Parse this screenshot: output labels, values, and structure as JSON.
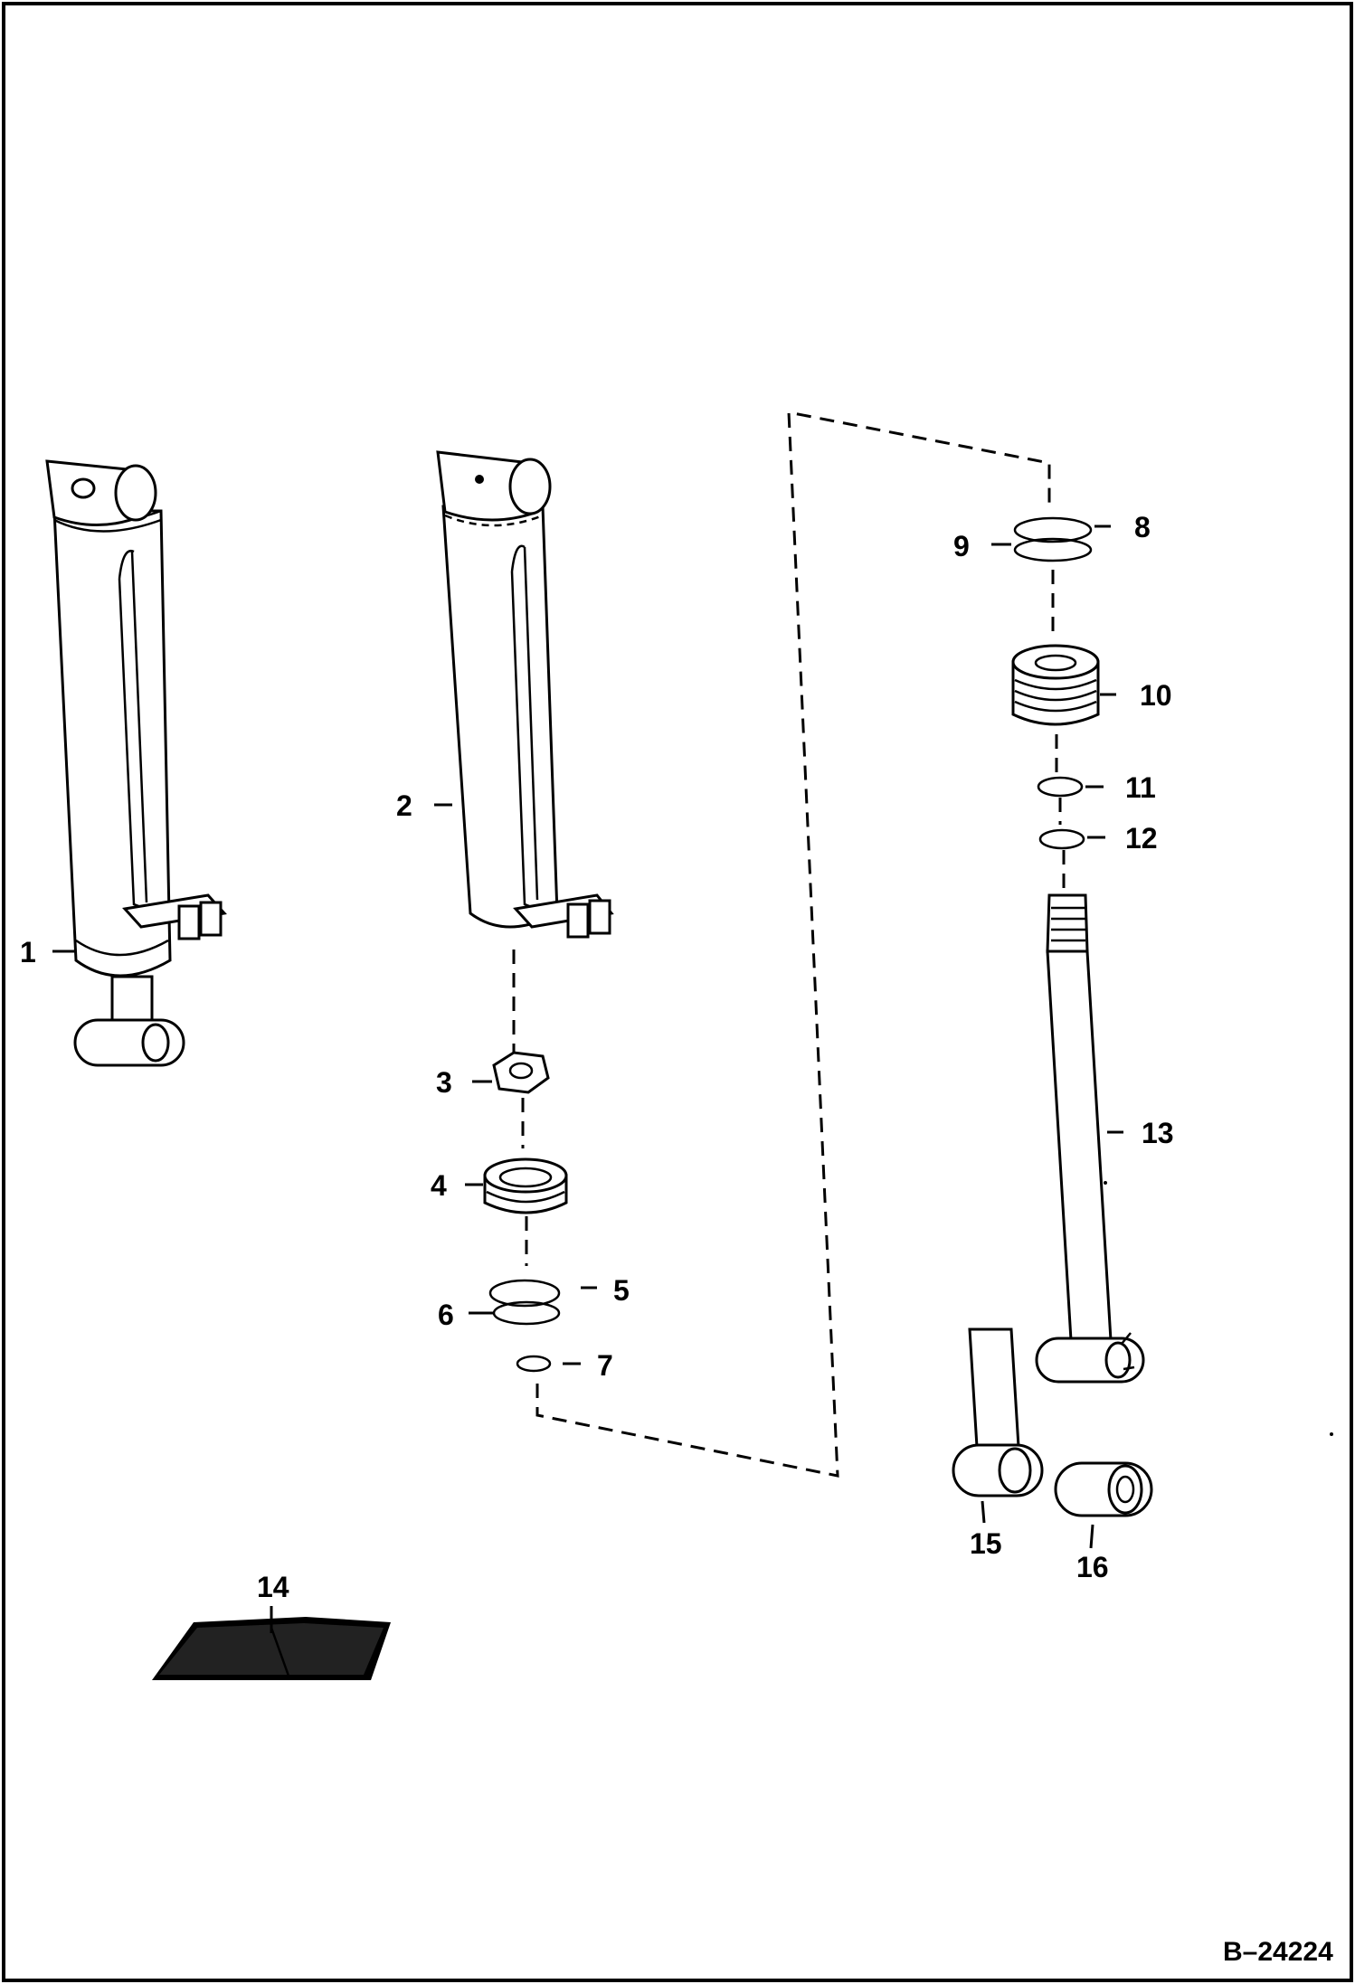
{
  "diagram": {
    "document_number": "B–24224",
    "callouts": [
      "1",
      "2",
      "3",
      "4",
      "5",
      "6",
      "7",
      "8",
      "9",
      "10",
      "11",
      "12",
      "13",
      "14",
      "15",
      "16"
    ],
    "colors": {
      "line": "#000000",
      "background": "#ffffff"
    }
  }
}
